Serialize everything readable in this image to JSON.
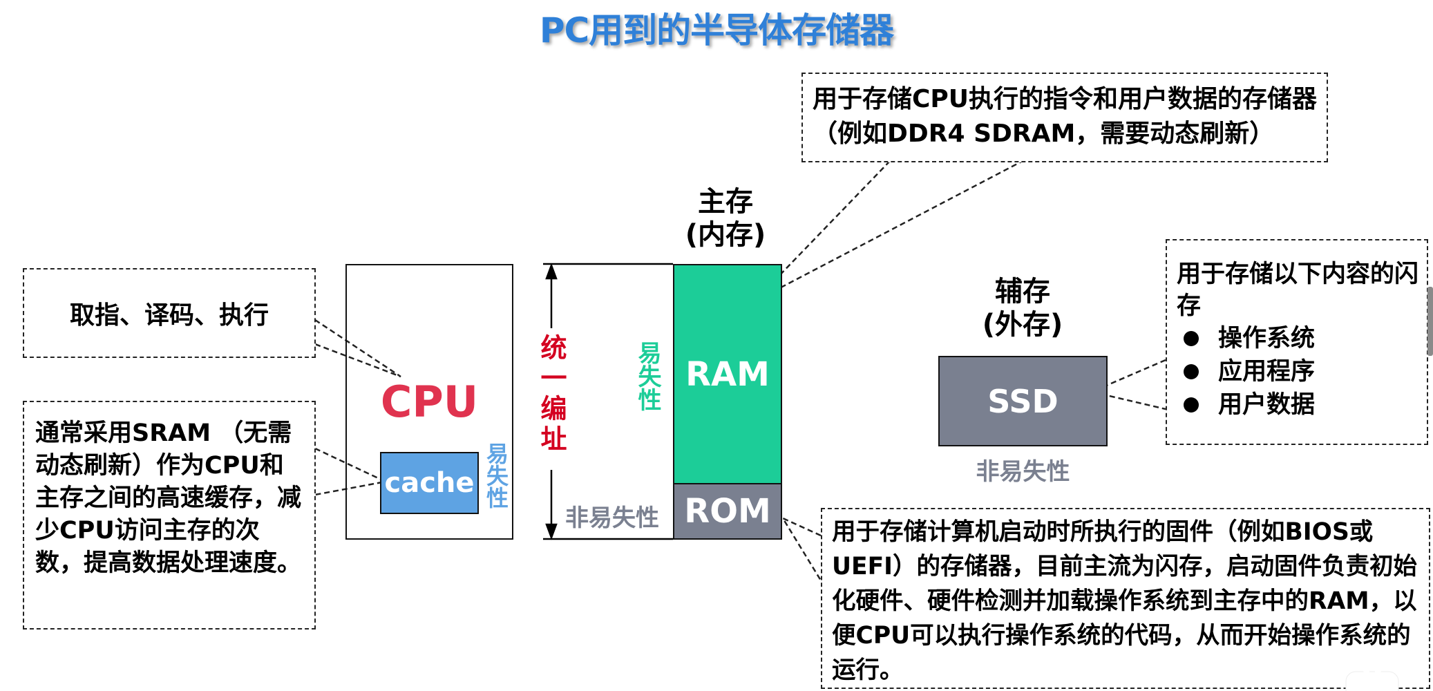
{
  "title": "PC用到的半导体存储器",
  "callouts": {
    "cpu_function": "取指、译码、执行",
    "cache_desc": "通常采用SRAM （无需动态刷新）作为CPU和主存之间的高速缓存，减少CPU访问主存的次数，提高数据处理速度。",
    "ram_desc": "用于存储CPU执行的指令和用户数据的存储器（例如DDR4 SDRAM，需要动态刷新）",
    "ssd_desc": {
      "heading": "用于存储以下内容的闪存",
      "items": [
        "操作系统",
        "应用程序",
        "用户数据"
      ]
    },
    "rom_desc": "用于存储计算机启动时所执行的固件（例如BIOS或UEFI）的存储器，目前主流为闪存，启动固件负责初始化硬件、硬件检测并加载操作系统到主存中的RAM，以便CPU可以执行操作系统的代码，从而开始操作系统的运行。"
  },
  "cpu": {
    "label": "CPU",
    "cache_label": "cache",
    "cache_volatility": "易失性"
  },
  "main_memory": {
    "heading_line1": "主存",
    "heading_line2": "(内存)",
    "unified_addressing": "统一编址",
    "ram_label": "RAM",
    "rom_label": "ROM",
    "ram_volatility": "易失性",
    "rom_volatility": "非易失性"
  },
  "secondary_storage": {
    "heading_line1": "辅存",
    "heading_line2": "(外存)",
    "ssd_label": "SSD",
    "volatility": "非易失性"
  },
  "colors": {
    "title": "#2f80d8",
    "cpu_text": "#e0334f",
    "cache_fill": "#5ea3e3",
    "ram_fill": "#1ccd98",
    "rom_fill": "#7a8090",
    "ssd_fill": "#7a8090",
    "unified_text": "#d40020",
    "ram_volatility_text": "#1ccd98",
    "gray_text": "#7a8090"
  }
}
